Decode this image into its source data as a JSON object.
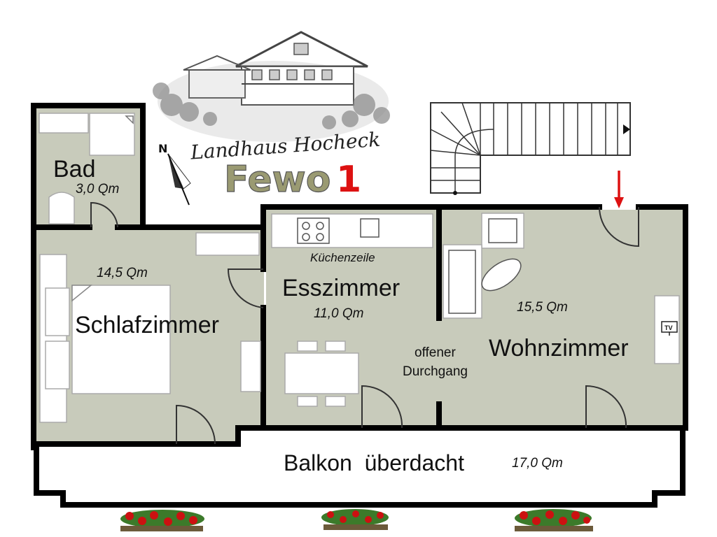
{
  "header": {
    "brand": "Landhaus Hocheck",
    "title_word": "Fewo",
    "title_number": "1",
    "north_label": "N"
  },
  "rooms": {
    "bad": {
      "name": "Bad",
      "area": "3,0 Qm"
    },
    "schlafzimmer": {
      "name": "Schlafzimmer",
      "area": "14,5 Qm"
    },
    "esszimmer": {
      "name": "Esszimmer",
      "area": "11,0 Qm"
    },
    "kuechenzeile": {
      "name": "Küchenzeile"
    },
    "wohnzimmer": {
      "name": "Wohnzimmer",
      "area": "15,5 Qm"
    },
    "durchgang": {
      "line1": "offener",
      "line2": "Durchgang"
    },
    "balkon": {
      "name": "Balkon  überdacht",
      "area": "17,0 Qm"
    },
    "tv": {
      "label": "TV"
    }
  },
  "colors": {
    "floor": "#c8cbbb",
    "wall": "#000000",
    "title_olive": "#9a9a72",
    "title_red": "#dd1111",
    "arrow": "#dd1111",
    "flowers": "#cc1111",
    "leaves": "#3c7a2a"
  }
}
